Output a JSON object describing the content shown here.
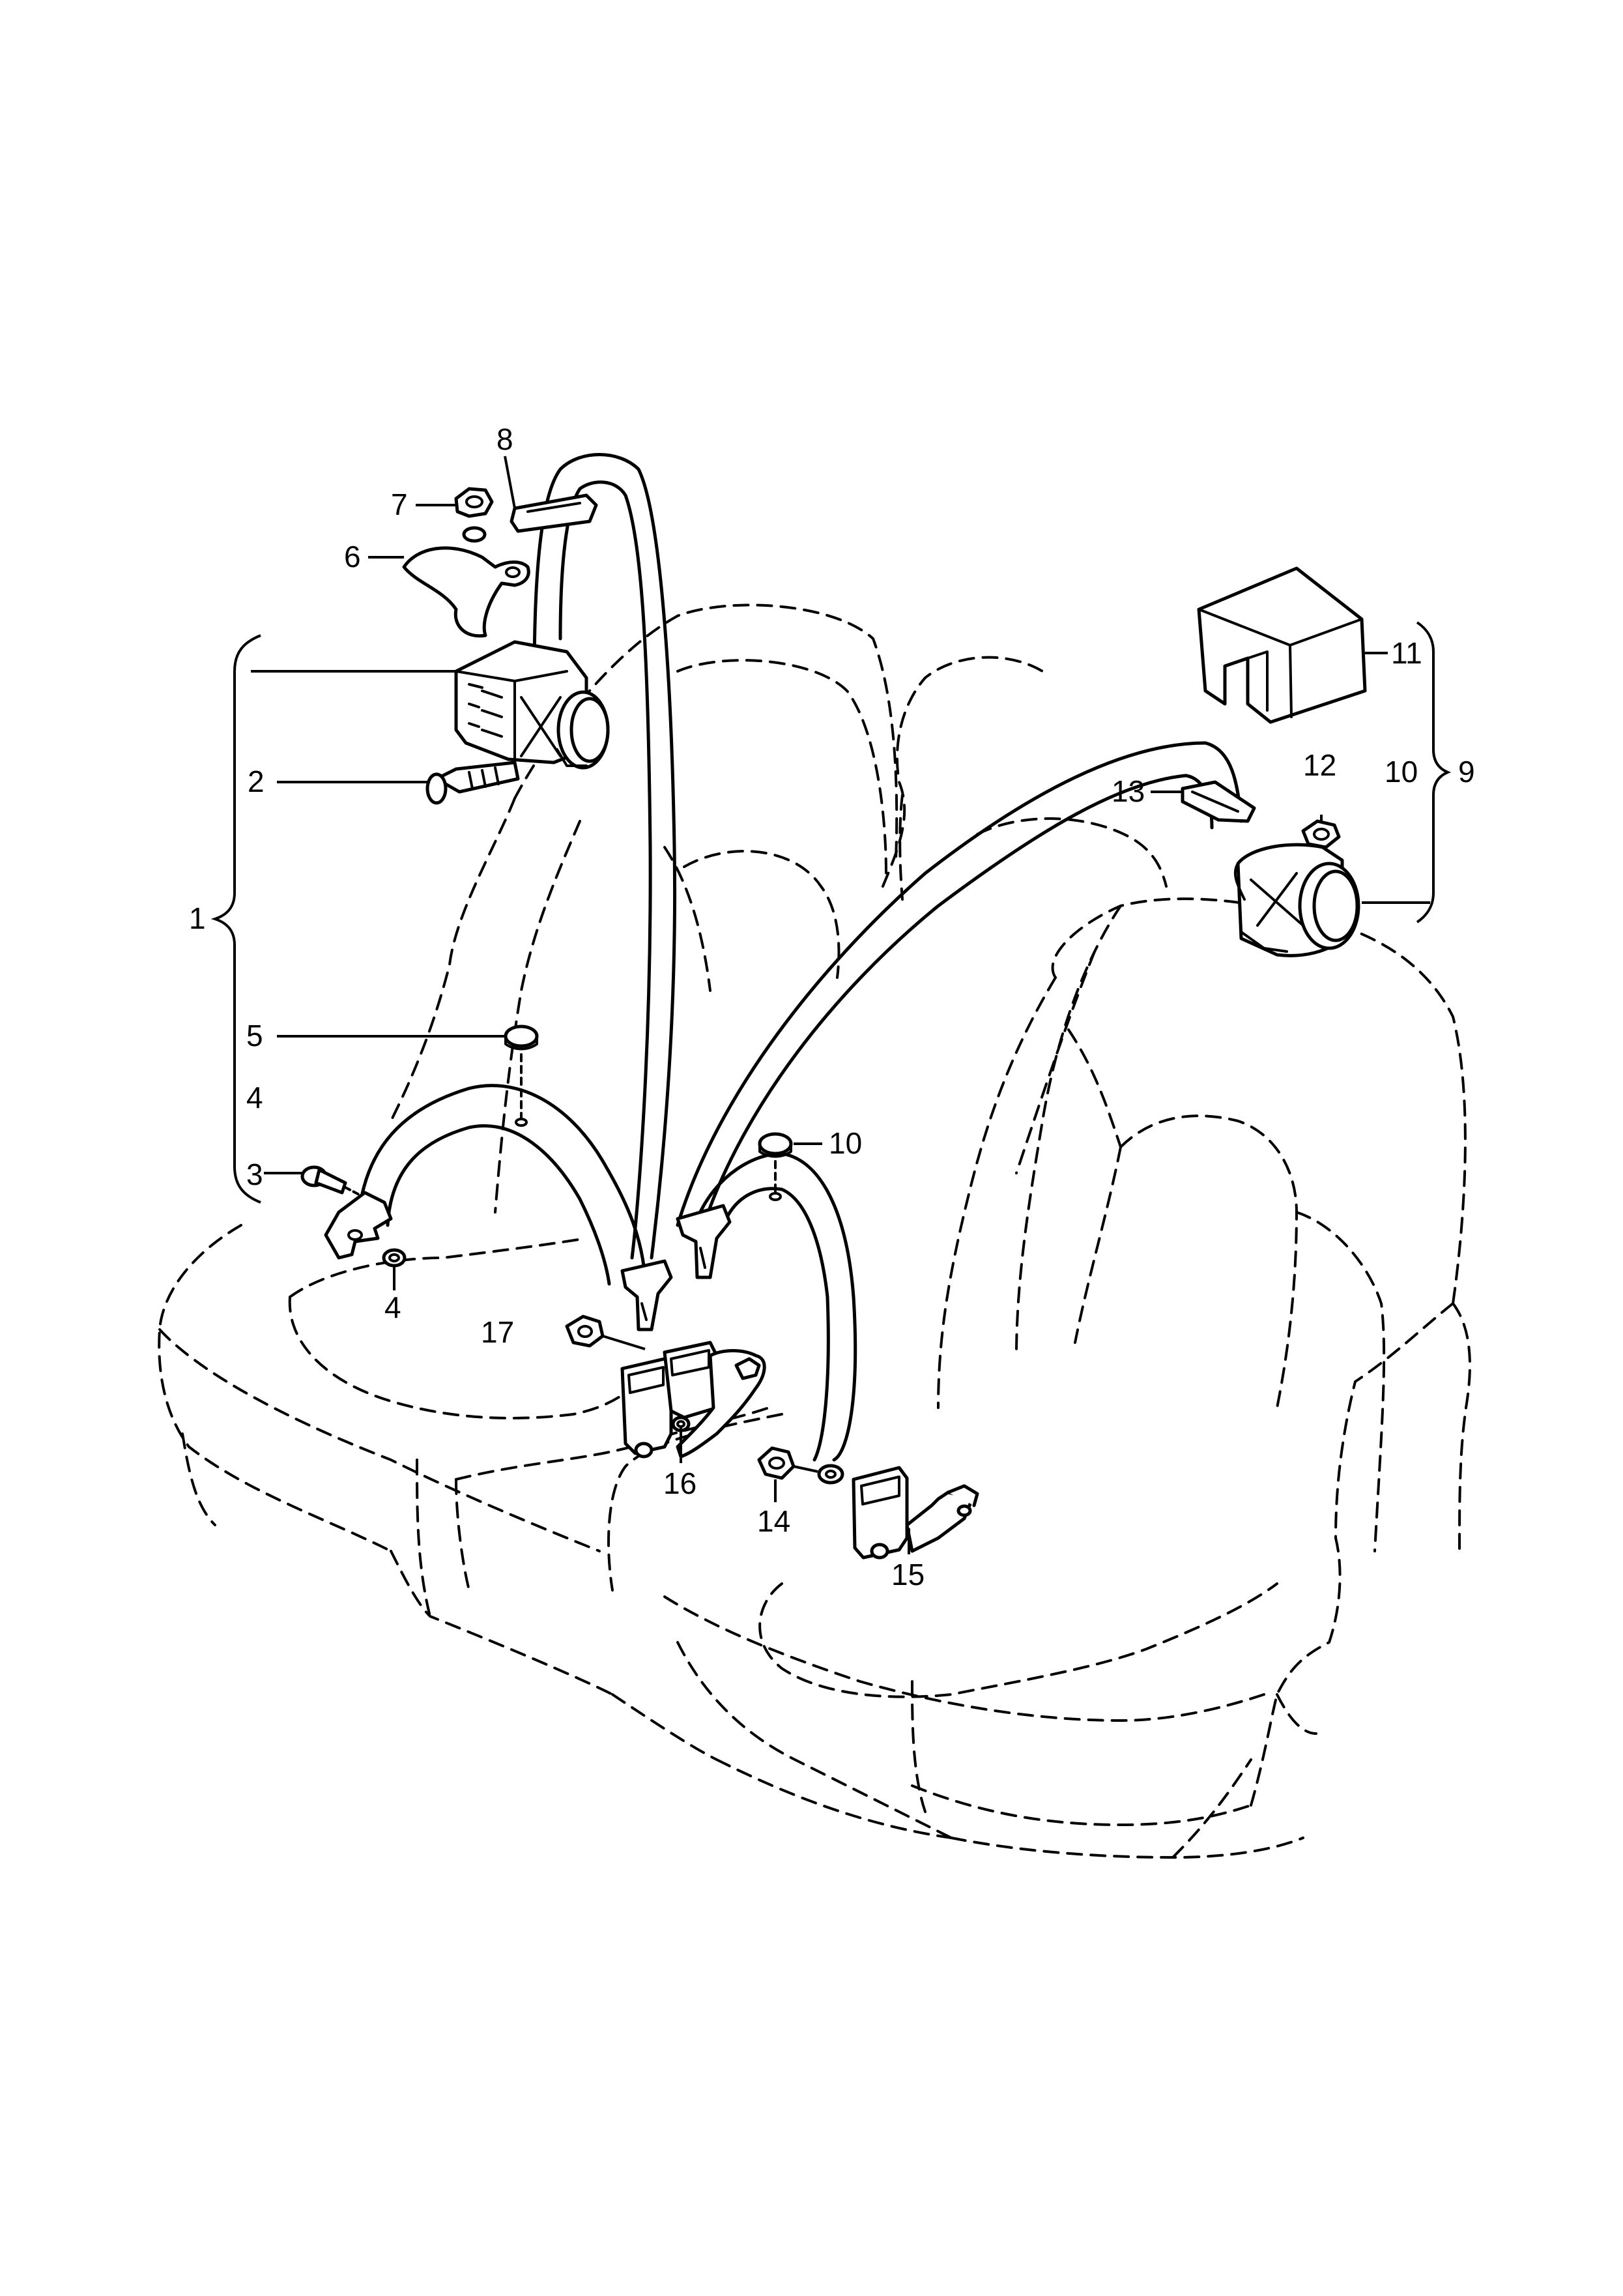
{
  "diagram": {
    "colors": {
      "line": "#000000",
      "background": "#ffffff"
    },
    "callouts": {
      "c1": "1",
      "c2": "2",
      "c3": "3",
      "c4a": "4",
      "c4b": "4",
      "c5": "5",
      "c6": "6",
      "c7": "7",
      "c8": "8",
      "c9": "9",
      "c10a": "10",
      "c10b": "10",
      "c11": "11",
      "c12": "12",
      "c13": "13",
      "c14": "14",
      "c15": "15",
      "c16": "16",
      "c17": "17"
    }
  }
}
